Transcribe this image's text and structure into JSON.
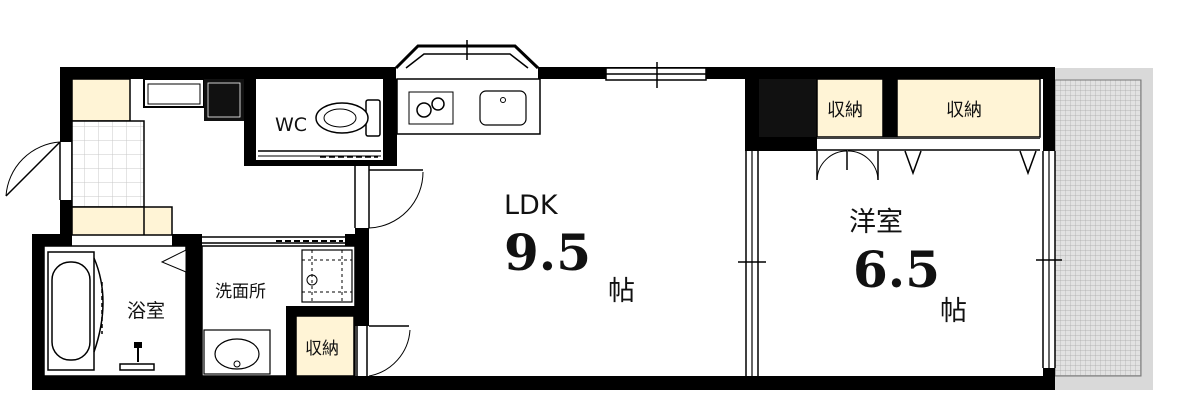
{
  "rooms": {
    "ldk": {
      "name": "LDK",
      "size": "9.5",
      "unit": "帖"
    },
    "western": {
      "name": "洋室",
      "size": "6.5",
      "unit": "帖"
    },
    "wc": {
      "name": "WC"
    },
    "bath": {
      "name": "浴室"
    },
    "washroom": {
      "name": "洗面所"
    },
    "storage_small": {
      "name": "収納"
    },
    "storage_west_1": {
      "name": "収納"
    },
    "storage_west_2": {
      "name": "収納"
    }
  },
  "colors": {
    "wall": "#000000",
    "storage_fill": "#fff4d6",
    "balcony_fill": "#d9d9d9",
    "tile_line": "#c8c8c8",
    "floor": "#ffffff"
  }
}
